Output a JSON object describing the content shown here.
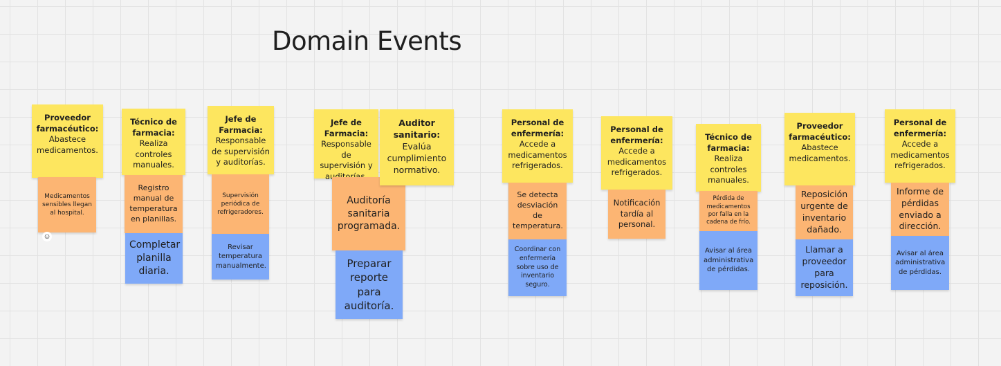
{
  "title": "Domain Events",
  "columns": [
    {
      "actor_role": "Proveedor farmacéutico:",
      "actor_text": "Abastece medicamentos.",
      "event": "Medicamentos sensibles llegan al hospital."
    },
    {
      "actor_role": "Técnico de farmacia:",
      "actor_text": "Realiza controles manuales.",
      "event": "Registro manual de temperatura en planillas.",
      "action": "Completar planilla diaria."
    },
    {
      "actor_role": "Jefe de Farmacia:",
      "actor_text": "Responsable de supervisión y auditorías.",
      "event": "Supervisión periódica de refrigeradores.",
      "action": "Revisar temperatura manualmente."
    },
    {
      "actor_role": "Jefe de Farmacia:",
      "actor_text": "Responsable de supervisión y auditorías.",
      "actor2_role": "Auditor sanitario:",
      "actor2_text": "Evalúa cumplimiento normativo.",
      "event": "Auditoría sanitaria programada.",
      "action": "Preparar reporte para auditoría."
    },
    {
      "actor_role": "Personal de enfermería:",
      "actor_text": "Accede a medicamentos refrigerados.",
      "event": "Se detecta desviación de temperatura.",
      "action": "Coordinar con enfermería sobre uso de inventario seguro."
    },
    {
      "actor_role": "Personal de enfermería:",
      "actor_text": "Accede a medicamentos refrigerados.",
      "event": "Notificación tardía al personal."
    },
    {
      "actor_role": "Técnico de farmacia:",
      "actor_text": "Realiza controles manuales.",
      "event": "Pérdida de medicamentos por falla en la cadena de frío.",
      "action": "Avisar al área administrativa de pérdidas."
    },
    {
      "actor_role": "Proveedor farmacéutico:",
      "actor_text": "Abastece medicamentos.",
      "event": "Reposición urgente de inventario dañado.",
      "action": "Llamar a proveedor para reposición."
    },
    {
      "actor_role": "Personal de enfermería:",
      "actor_text": "Accede a medicamentos refrigerados.",
      "event": "Informe de pérdidas enviado a dirección.",
      "action": "Avisar al área administrativa de pérdidas."
    }
  ],
  "colors": {
    "actor": "#fde65f",
    "event": "#fcb573",
    "action": "#7fa9f8"
  },
  "reaction_icon": "smiley-reaction-icon"
}
